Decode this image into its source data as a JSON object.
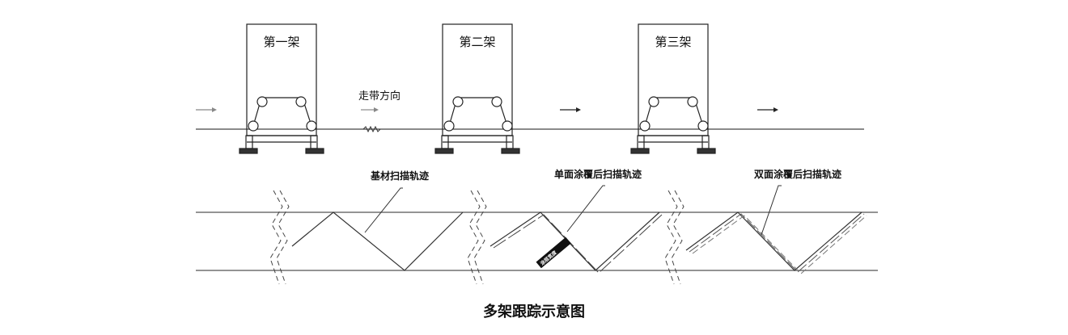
{
  "diagram": {
    "caption": "多架跟踪示意图",
    "direction_label": "走带方向",
    "frames": [
      {
        "label": "第一架"
      },
      {
        "label": "第二架"
      },
      {
        "label": "第三架"
      }
    ],
    "traces": [
      {
        "label": "基材扫描轨迹"
      },
      {
        "label": "单面涂覆后扫描轨迹"
      },
      {
        "label": "双面涂覆后扫描轨迹"
      }
    ],
    "coating_width_label": "涂层宽度",
    "icons": [
      "arrow-icon",
      "spring-icon",
      "roller-icon",
      "break-mark-icon"
    ]
  }
}
